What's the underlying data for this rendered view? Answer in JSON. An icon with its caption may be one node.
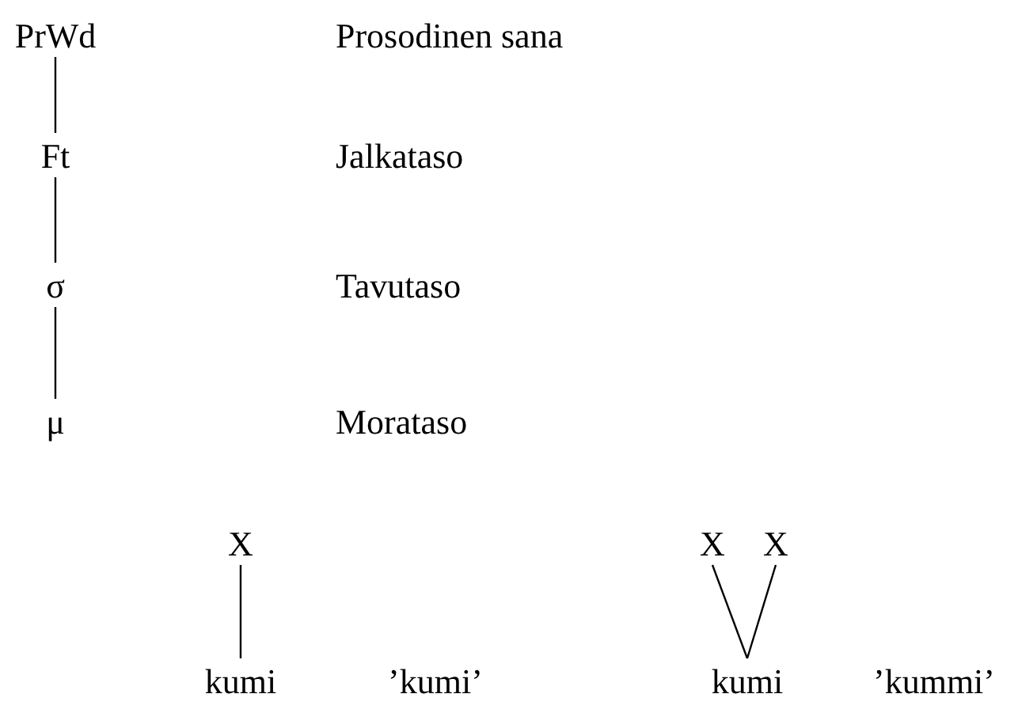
{
  "diagram": {
    "nodes": [
      {
        "text": [
          "PrWd"
        ]
      },
      {
        "text": [
          "Ft"
        ]
      },
      {
        "text": [
          "σ"
        ]
      },
      {
        "text": [
          "μ"
        ]
      },
      {
        "text": [
          "X"
        ]
      },
      {
        "text": [
          "kumi"
        ]
      },
      {
        "text": [
          "X"
        ]
      },
      {
        "text": [
          "X"
        ]
      },
      {
        "text": [
          "kumi"
        ]
      }
    ],
    "edges": [
      {
        "from": 0,
        "to": 1,
        "arrow": "none"
      },
      {
        "from": 1,
        "to": 2,
        "arrow": "none"
      },
      {
        "from": 2,
        "to": 3,
        "arrow": "none"
      },
      {
        "from": 4,
        "to": 5,
        "arrow": "none"
      },
      {
        "from": 6,
        "to": 8,
        "arrow": "none"
      },
      {
        "from": 7,
        "to": 8,
        "arrow": "none"
      }
    ],
    "labels": [
      "Prosodinen sana",
      "Jalkataso",
      "Tavutaso",
      "Morataso",
      "’kumi’",
      "’kummi’"
    ]
  }
}
